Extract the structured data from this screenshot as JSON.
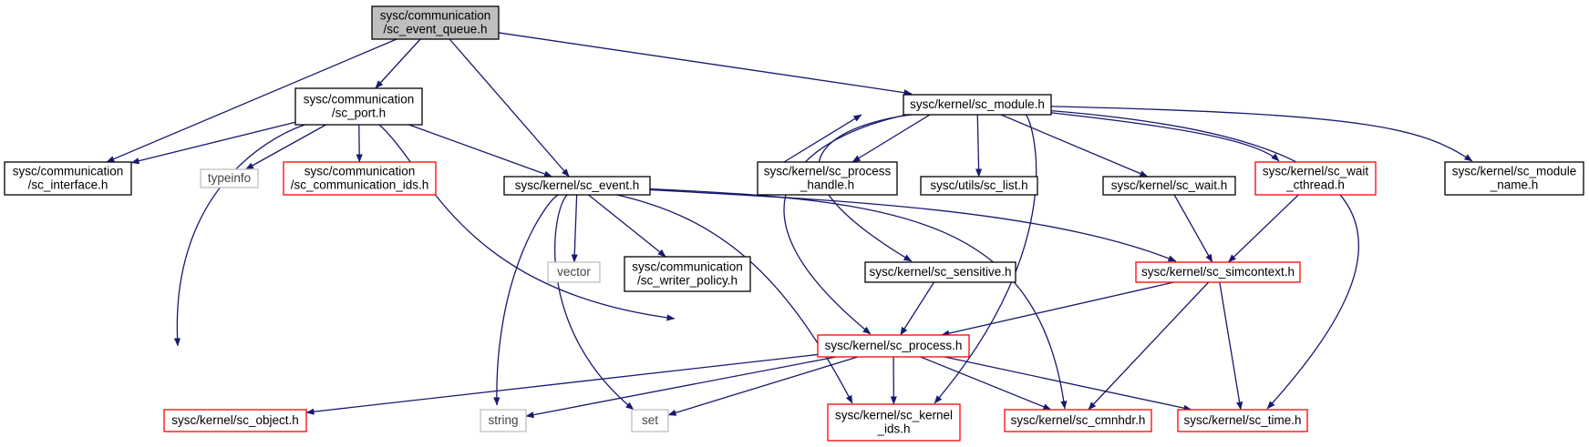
{
  "colors": {
    "edge": "#191970",
    "root_fill": "#bfbfbf",
    "border_normal": "#000000",
    "border_truncated": "#ff0000",
    "border_external": "#bfbfbf"
  },
  "nodes": [
    {
      "id": "event_queue",
      "style": "root",
      "lines": [
        "sysc/communication",
        "/sc_event_queue.h"
      ]
    },
    {
      "id": "port",
      "style": "normal",
      "lines": [
        "sysc/communication",
        "/sc_port.h"
      ]
    },
    {
      "id": "module",
      "style": "normal",
      "lines": [
        "sysc/kernel/sc_module.h"
      ]
    },
    {
      "id": "interface",
      "style": "normal",
      "lines": [
        "sysc/communication",
        "/sc_interface.h"
      ]
    },
    {
      "id": "typeinfo",
      "style": "external",
      "lines": [
        "typeinfo"
      ]
    },
    {
      "id": "comm_ids",
      "style": "truncated",
      "lines": [
        "sysc/communication",
        "/sc_communication_ids.h"
      ]
    },
    {
      "id": "event",
      "style": "normal",
      "lines": [
        "sysc/kernel/sc_event.h"
      ]
    },
    {
      "id": "process_handle",
      "style": "normal",
      "lines": [
        "sysc/kernel/sc_process",
        "_handle.h"
      ]
    },
    {
      "id": "list",
      "style": "normal",
      "lines": [
        "sysc/utils/sc_list.h"
      ]
    },
    {
      "id": "wait",
      "style": "normal",
      "lines": [
        "sysc/kernel/sc_wait.h"
      ]
    },
    {
      "id": "wait_cthread",
      "style": "truncated",
      "lines": [
        "sysc/kernel/sc_wait",
        "_cthread.h"
      ]
    },
    {
      "id": "module_name",
      "style": "normal",
      "lines": [
        "sysc/kernel/sc_module",
        "_name.h"
      ]
    },
    {
      "id": "vector",
      "style": "external",
      "lines": [
        "vector"
      ]
    },
    {
      "id": "writer_policy",
      "style": "normal",
      "lines": [
        "sysc/communication",
        "/sc_writer_policy.h"
      ]
    },
    {
      "id": "sensitive",
      "style": "normal",
      "lines": [
        "sysc/kernel/sc_sensitive.h"
      ]
    },
    {
      "id": "simcontext",
      "style": "truncated",
      "lines": [
        "sysc/kernel/sc_simcontext.h"
      ]
    },
    {
      "id": "process",
      "style": "truncated",
      "lines": [
        "sysc/kernel/sc_process.h"
      ]
    },
    {
      "id": "object",
      "style": "truncated",
      "lines": [
        "sysc/kernel/sc_object.h"
      ]
    },
    {
      "id": "string",
      "style": "external",
      "lines": [
        "string"
      ]
    },
    {
      "id": "set",
      "style": "external",
      "lines": [
        "set"
      ]
    },
    {
      "id": "kernel_ids",
      "style": "truncated",
      "lines": [
        "sysc/kernel/sc_kernel",
        "_ids.h"
      ]
    },
    {
      "id": "cmnhdr",
      "style": "truncated",
      "lines": [
        "sysc/kernel/sc_cmnhdr.h"
      ]
    },
    {
      "id": "time",
      "style": "truncated",
      "lines": [
        "sysc/kernel/sc_time.h"
      ]
    }
  ],
  "edges": [
    {
      "from": "event_queue",
      "to": "port"
    },
    {
      "from": "event_queue",
      "to": "interface"
    },
    {
      "from": "event_queue",
      "to": "event"
    },
    {
      "from": "event_queue",
      "to": "module"
    },
    {
      "from": "port",
      "to": "interface"
    },
    {
      "from": "port",
      "to": "typeinfo"
    },
    {
      "from": "port",
      "to": "comm_ids"
    },
    {
      "from": "port",
      "to": "event"
    },
    {
      "from": "port",
      "to": "object"
    },
    {
      "from": "port",
      "to": "process"
    },
    {
      "from": "module",
      "to": "process_handle"
    },
    {
      "from": "process_handle",
      "to": "module"
    },
    {
      "from": "module",
      "to": "list"
    },
    {
      "from": "module",
      "to": "wait"
    },
    {
      "from": "module",
      "to": "wait_cthread"
    },
    {
      "from": "module",
      "to": "module_name"
    },
    {
      "from": "module",
      "to": "sensitive"
    },
    {
      "from": "module",
      "to": "process"
    },
    {
      "from": "module",
      "to": "kernel_ids"
    },
    {
      "from": "module",
      "to": "time"
    },
    {
      "from": "event",
      "to": "vector"
    },
    {
      "from": "event",
      "to": "writer_policy"
    },
    {
      "from": "event",
      "to": "string"
    },
    {
      "from": "event",
      "to": "set"
    },
    {
      "from": "event",
      "to": "kernel_ids"
    },
    {
      "from": "event",
      "to": "simcontext"
    },
    {
      "from": "event",
      "to": "cmnhdr"
    },
    {
      "from": "wait",
      "to": "simcontext"
    },
    {
      "from": "wait_cthread",
      "to": "simcontext"
    },
    {
      "from": "sensitive",
      "to": "process"
    },
    {
      "from": "simcontext",
      "to": "process"
    },
    {
      "from": "simcontext",
      "to": "cmnhdr"
    },
    {
      "from": "simcontext",
      "to": "time"
    },
    {
      "from": "process",
      "to": "object"
    },
    {
      "from": "process",
      "to": "string"
    },
    {
      "from": "process",
      "to": "set"
    },
    {
      "from": "process",
      "to": "kernel_ids"
    },
    {
      "from": "process",
      "to": "cmnhdr"
    },
    {
      "from": "process",
      "to": "time"
    }
  ]
}
